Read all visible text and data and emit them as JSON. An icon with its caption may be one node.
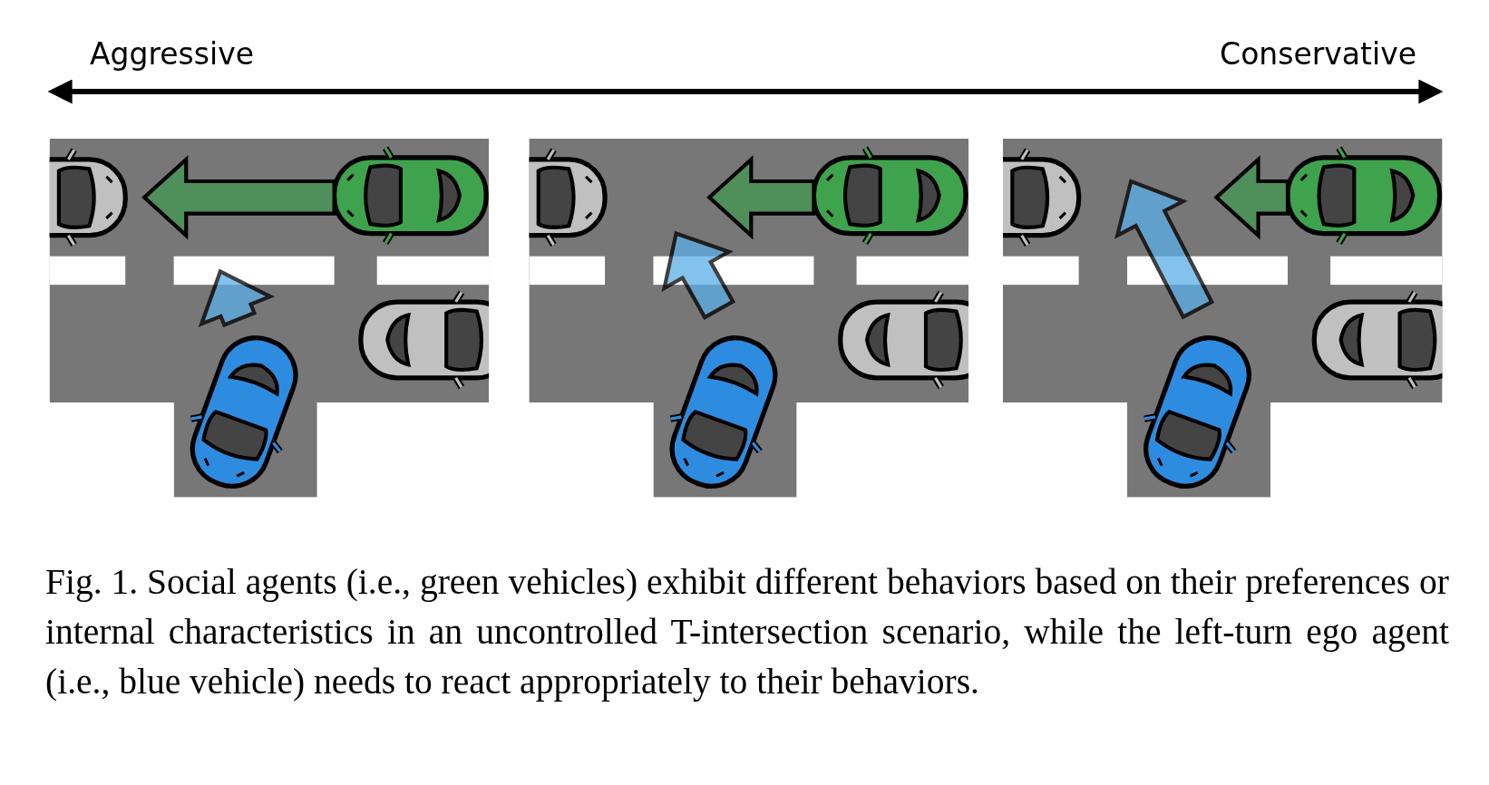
{
  "diagram": {
    "caption": "Fig. 1.  Social agents (i.e., green vehicles) exhibit different behaviors based on their preferences or internal characteristics in an uncontrolled T-intersection scenario, while the left-turn ego agent (i.e., blue vehicle) needs to react appropriately to their behaviors.",
    "labels": [
      "Aggressive",
      "Conservative"
    ]
  }
}
